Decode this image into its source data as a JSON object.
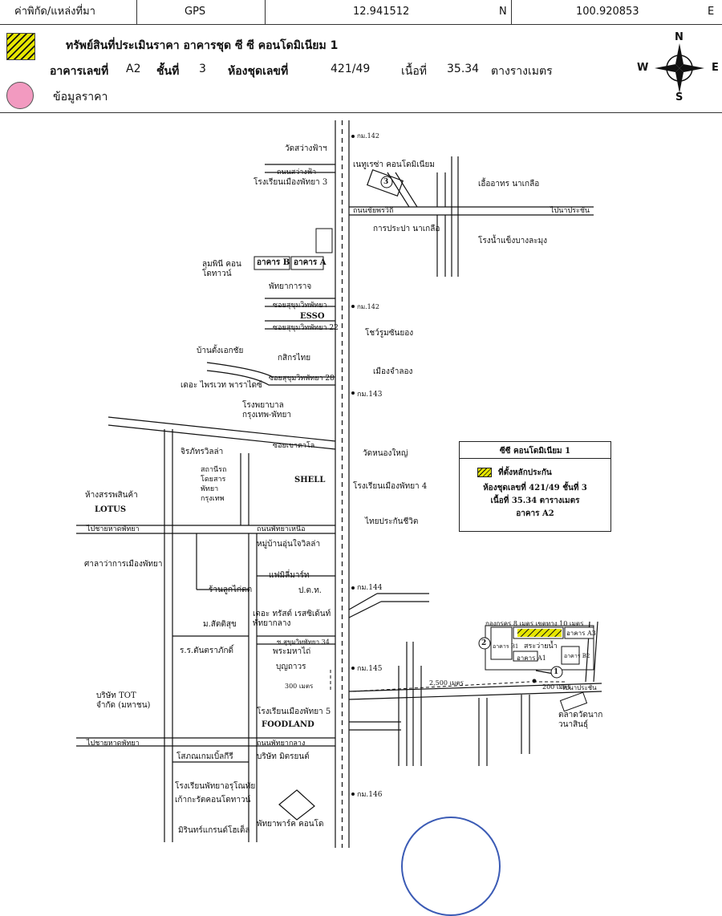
{
  "header": {
    "coord_label": "ค่าพิกัด/แหล่งที่มา",
    "source": "GPS",
    "lat": "12.941512",
    "lat_dir": "N",
    "lon": "100.920853",
    "lon_dir": "E"
  },
  "property": {
    "title": "ทรัพย์สินที่ประเมินราคา อาคารชุด ซี ซี คอนโดมิเนียม 1",
    "building_label": "อาคารเลขที่",
    "building": "A2",
    "floor_label": "ชั้นที่",
    "floor": "3",
    "unit_label": "ห้องชุดเลขที่",
    "unit": "421/49",
    "area_label": "เนื้อที่",
    "area": "35.34",
    "area_unit": "ตางรางเมตร",
    "price_info_label": "ข้อมูลราคา"
  },
  "compass": {
    "n": "N",
    "s": "S",
    "e": "E",
    "w": "W"
  },
  "colors": {
    "hatch": "#e6e600",
    "pink": "#f29ac0",
    "stamp": "#3b5bb5"
  },
  "map": {
    "labels": {
      "km142a": "กม.142",
      "wat_sawang": "วัดสว่างฟ้าฯ",
      "thanon_sawangfa": "ถนนสว่างฟ้า",
      "school_mueang3": "โรงเรียนเมืองพัทยา 3",
      "nanthra": "เนทูเรซ่า คอนโดมิเนียม",
      "ua_arthan": "เอื้ออาทร นาเกลือ",
      "chaiyaphruek": "ถนนชัยพรวิถี",
      "pipa": "ไปนาประชัน",
      "pra_pa": "การประปา นาเกลือ",
      "ice_factory": "โรงน้ำแข็งบางละมุง",
      "lumpini": "ลุมพินี คอนโดทาวน์",
      "bldg_b": "อาคาร B",
      "bldg_a": "อาคาร A",
      "pattaya_klang_store": "พัทยาการาจ",
      "soi_sukhumvit_a": "ซอยสุขุมวิทพัทยา",
      "km142b": "กม.142",
      "esso": "ESSO",
      "soi_sukhumvit_22": "ซอยสุขุมวิทพัทยา 22",
      "showroom": "โชว์รูมซันยอง",
      "ban_tang": "บ้านตั้งเอกชัย",
      "kasikorn": "กสิกรไทย",
      "muang_thong": "เมืองจำลอง",
      "soi_28": "ซอยสุขุมวิทพัทยา 28",
      "the_private": "เดอะ ไพรเวท พาราไดซ์",
      "km143": "กม.143",
      "hospital": "โรงพยาบาล กรุงเทพ-พัทยา",
      "soi_khao_talo": "ซอยเขาตาโล",
      "chirapha": "จิรภัทรวิลล่า",
      "wat_nong_yai": "วัดหนองใหญ่",
      "shell": "SHELL",
      "school_mueang4": "โรงเรียนเมืองพัทยา 4",
      "department": "ห้างสรรพสินค้า",
      "lotus": "LOTUS",
      "to_beach_north": "ไปชายหาดพัทยา",
      "thai_prakan": "ไทยประกันชีวิต",
      "pattaya_nuea": "ถนนพัทยาเหนือ",
      "sathanee": "สถานีรถโดยสาร พัทยากรุงเทพ",
      "city_hall": "ศาลาว่าการเมืองพัทยา",
      "mu_ban": "หมู่บ้านอุ่นใจวิลล่า",
      "family_mart": "แฟมิลี่มาร์ท",
      "luk_kai": "ร้านลูกไก่ตต",
      "ptt": "ป.ต.ท.",
      "km144": "กม.144",
      "the_trust": "เดอะ ทรัสต์ เรสซิเด้นท์ พัทยากลาง",
      "ma_sat": "ม.สัตติสุข",
      "ror_ror": "ร.ร.ตันตราภักดิ์",
      "soi_34": "ซ.สุขุมวิทพัทยา 34",
      "phra_maha": "พระมหาไถ่",
      "bunthawan": "บุญถาวร",
      "km145": "กม.145",
      "d300": "300 เมตร",
      "d2500": "2,500 เมตร",
      "d200": "200 เมตร",
      "tot": "บริษัท TOT จำกัด (มหาชน)",
      "school_mueang5": "โรงเรียนเมืองพัทยา 5",
      "foodland": "FOODLAND",
      "to_beach_south": "ไปชายหาดพัทยา",
      "pattaya_klang": "ถนนพัทยากลาง",
      "sopha": "โสภณเกมเบิ้ลกีรี",
      "company_mitsu": "บริษัท มิตรยนต์",
      "school_pattaya": "โรงเรียนพัทยาอรุโณทัย",
      "kao_kao": "เก้ากะรัตคอนโดทาวน์",
      "pattaya_park": "พัทยาพาร์ค คอนโด",
      "km146": "กม.146",
      "mirin": "มิรินทร์แกรนด์โฮเต็ล",
      "sarawanam": "สระว่ายน้ำ",
      "bldg_a1": "อาคาร A1",
      "bldg_a3": "อาคาร A3",
      "bldg_b2": "อาคาร B2",
      "bldg_b1": "อาคาร B1",
      "talat": "ตลาดวัดนาก วนาสินธุ์",
      "to_napa": "ไปนาประชัน",
      "kongkrit": "กองกรคร 8 เมตร เขตทาง 10 เมตร",
      "circle1": "1",
      "circle2": "2",
      "circle3": "3"
    },
    "infobox": {
      "title": "ซีซี คอนโดมิเนียม 1",
      "legend": "ที่ตั้งหลักประกัน",
      "line1": "ห้องชุดเลขที่ 421/49 ชั้นที่ 3",
      "line2": "เนื้อที่ 35.34 ตารางเมตร",
      "line3": "อาคาร A2"
    }
  }
}
